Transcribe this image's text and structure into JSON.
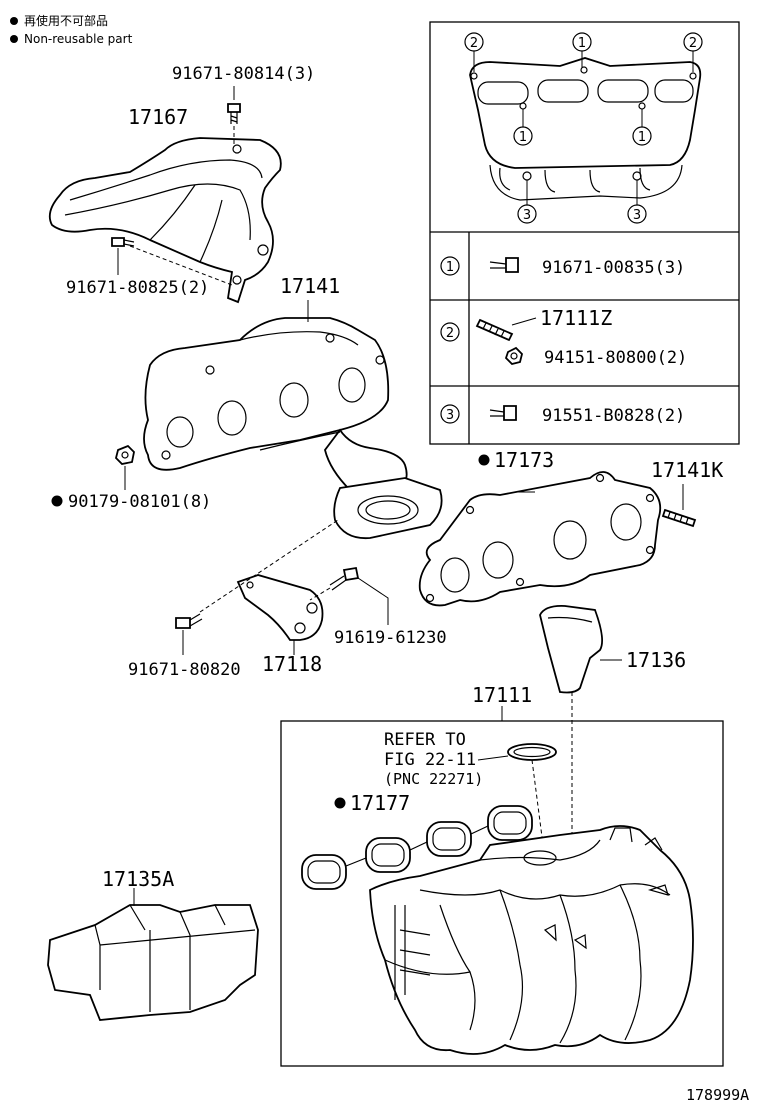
{
  "legend": {
    "line1": "再使用不可部品",
    "line2": "Non-reusable part"
  },
  "labels": {
    "bolt_heat_insulator_top": "91671-80814(3)",
    "heat_insulator": "17167",
    "bolt_heat_insulator_lower": "91671-80825(2)",
    "exhaust_manifold": "17141",
    "nut_exhaust": "90179-08101(8)",
    "gasket_exhaust": "17173",
    "stud_exhaust": "17141K",
    "bolt_stay": "91619-61230",
    "bolt_bracket": "91671-80820",
    "manifold_stay": "17118",
    "intake_cover": "17136",
    "intake_manifold": "17111",
    "intake_gasket": "17177",
    "insulator_block": "17135A",
    "refer_line1": "REFER TO",
    "refer_line2": "FIG 22-11",
    "refer_line3": "(PNC 22271)",
    "figure_id": "178999A"
  },
  "inset_table": {
    "callouts": [
      "1",
      "2",
      "3"
    ],
    "rows": [
      {
        "key": "1",
        "parts": [
          "91671-00835(3)"
        ]
      },
      {
        "key": "2",
        "parts": [
          "17111Z",
          "94151-80800(2)"
        ]
      },
      {
        "key": "3",
        "parts": [
          "91551-B0828(2)"
        ]
      }
    ]
  }
}
